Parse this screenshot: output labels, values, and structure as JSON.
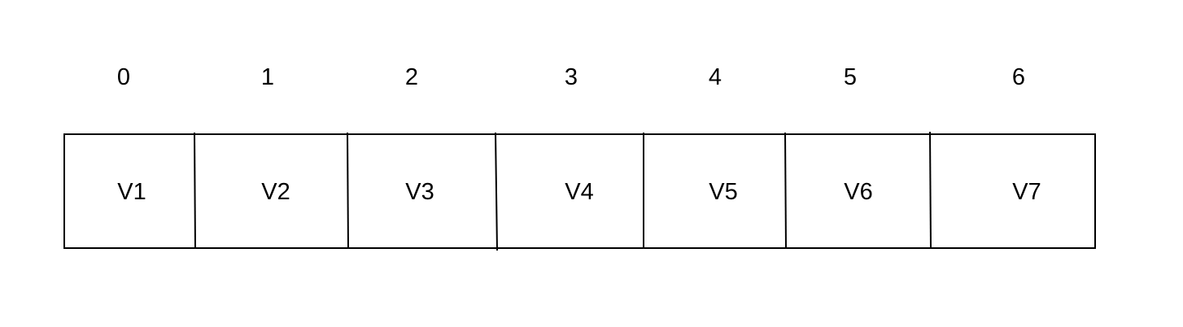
{
  "indices": [
    "0",
    "1",
    "2",
    "3",
    "4",
    "5",
    "6"
  ],
  "values": [
    "V1",
    "V2",
    "V3",
    "V4",
    "V5",
    "V6",
    "V7"
  ],
  "colors": {
    "stroke": "#000000",
    "text": "#000000",
    "background": "#ffffff"
  }
}
